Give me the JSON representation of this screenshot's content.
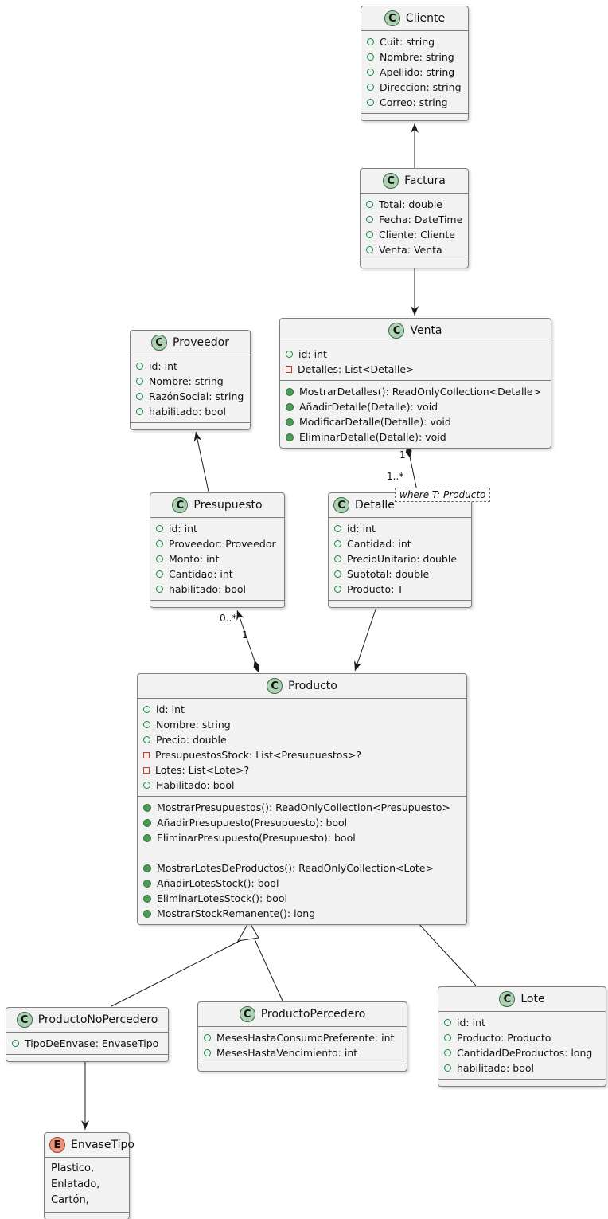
{
  "colors": {
    "class_fill": "#F2F2F2",
    "class_border": "#7F7F7F",
    "edge_line": "#1B1B1B",
    "class_icon_fill": "#ADD1B2",
    "enum_icon_fill": "#EB937F",
    "public_member_green": "#128A3E",
    "private_member_red": "#C0392B",
    "method_fill_green": "#4E9B57"
  },
  "classes": {
    "cliente": {
      "stereotype": "C",
      "name": "Cliente",
      "fields": [
        {
          "vis": "public",
          "text": "Cuit: string"
        },
        {
          "vis": "public",
          "text": "Nombre: string"
        },
        {
          "vis": "public",
          "text": "Apellido: string"
        },
        {
          "vis": "public",
          "text": "Direccion: string"
        },
        {
          "vis": "public",
          "text": "Correo: string"
        }
      ]
    },
    "factura": {
      "stereotype": "C",
      "name": "Factura",
      "fields": [
        {
          "vis": "public",
          "text": "Total: double"
        },
        {
          "vis": "public",
          "text": "Fecha: DateTime"
        },
        {
          "vis": "public",
          "text": "Cliente: Cliente"
        },
        {
          "vis": "public",
          "text": "Venta: Venta"
        }
      ]
    },
    "venta": {
      "stereotype": "C",
      "name": "Venta",
      "fields": [
        {
          "vis": "public",
          "text": "id: int"
        },
        {
          "vis": "private",
          "text": "Detalles: List<Detalle>"
        }
      ],
      "methods": [
        {
          "vis": "public",
          "text": "MostrarDetalles(): ReadOnlyCollection<Detalle>"
        },
        {
          "vis": "public",
          "text": "AñadirDetalle(Detalle): void"
        },
        {
          "vis": "public",
          "text": "ModificarDetalle(Detalle): void"
        },
        {
          "vis": "public",
          "text": "EliminarDetalle(Detalle): void"
        }
      ]
    },
    "proveedor": {
      "stereotype": "C",
      "name": "Proveedor",
      "fields": [
        {
          "vis": "public",
          "text": "id: int"
        },
        {
          "vis": "public",
          "text": "Nombre: string"
        },
        {
          "vis": "public",
          "text": "RazónSocial: string"
        },
        {
          "vis": "public",
          "text": "habilitado: bool"
        }
      ]
    },
    "presupuesto": {
      "stereotype": "C",
      "name": "Presupuesto",
      "fields": [
        {
          "vis": "public",
          "text": "id: int"
        },
        {
          "vis": "public",
          "text": "Proveedor: Proveedor"
        },
        {
          "vis": "public",
          "text": "Monto: int"
        },
        {
          "vis": "public",
          "text": "Cantidad: int"
        },
        {
          "vis": "public",
          "text": "habilitado: bool"
        }
      ]
    },
    "detalle": {
      "stereotype": "C",
      "name": "Detalle",
      "note": "where T: Producto",
      "fields": [
        {
          "vis": "public",
          "text": "id: int"
        },
        {
          "vis": "public",
          "text": "Cantidad: int"
        },
        {
          "vis": "public",
          "text": "PrecioUnitario: double"
        },
        {
          "vis": "public",
          "text": "Subtotal: double"
        },
        {
          "vis": "public",
          "text": "Producto: T"
        }
      ]
    },
    "producto": {
      "stereotype": "C",
      "name": "Producto",
      "fields": [
        {
          "vis": "public",
          "text": "id: int"
        },
        {
          "vis": "public",
          "text": "Nombre: string"
        },
        {
          "vis": "public",
          "text": "Precio: double"
        },
        {
          "vis": "private",
          "text": "PresupuestosStock: List<Presupuestos>?"
        },
        {
          "vis": "private",
          "text": "Lotes: List<Lote>?"
        },
        {
          "vis": "public",
          "text": "Habilitado: bool"
        }
      ],
      "methods": [
        {
          "vis": "public",
          "text": "MostrarPresupuestos(): ReadOnlyCollection<Presupuesto>"
        },
        {
          "vis": "public",
          "text": "AñadirPresupuesto(Presupuesto): bool"
        },
        {
          "vis": "public",
          "text": "EliminarPresupuesto(Presupuesto): bool"
        },
        {
          "vis": "none",
          "text": ""
        },
        {
          "vis": "public",
          "text": "MostrarLotesDeProductos(): ReadOnlyCollection<Lote>"
        },
        {
          "vis": "public",
          "text": "AñadirLotesStock(): bool"
        },
        {
          "vis": "public",
          "text": "EliminarLotesStock(): bool"
        },
        {
          "vis": "public",
          "text": "MostrarStockRemanente(): long"
        }
      ]
    },
    "productoNoPercedero": {
      "stereotype": "C",
      "name": "ProductoNoPercedero",
      "fields": [
        {
          "vis": "public",
          "text": "TipoDeEnvase: EnvaseTipo"
        }
      ]
    },
    "productoPercedero": {
      "stereotype": "C",
      "name": "ProductoPercedero",
      "fields": [
        {
          "vis": "public",
          "text": "MesesHastaConsumoPreferente: int"
        },
        {
          "vis": "public",
          "text": "MesesHastaVencimiento: int"
        }
      ]
    },
    "lote": {
      "stereotype": "C",
      "name": "Lote",
      "fields": [
        {
          "vis": "public",
          "text": "id: int"
        },
        {
          "vis": "public",
          "text": "Producto: Producto"
        },
        {
          "vis": "public",
          "text": "CantidadDeProductos: long"
        },
        {
          "vis": "public",
          "text": "habilitado: bool"
        }
      ]
    },
    "envaseTipo": {
      "stereotype": "E",
      "name": "EnvaseTipo",
      "values": [
        "Plastico,",
        "Enlatado,",
        "Cartón,"
      ]
    }
  },
  "edges": {
    "venta_detalle": {
      "source_mult": "1",
      "target_mult": "1..*"
    },
    "producto_presupuesto": {
      "source_mult": "1",
      "target_mult": "0..*"
    }
  }
}
